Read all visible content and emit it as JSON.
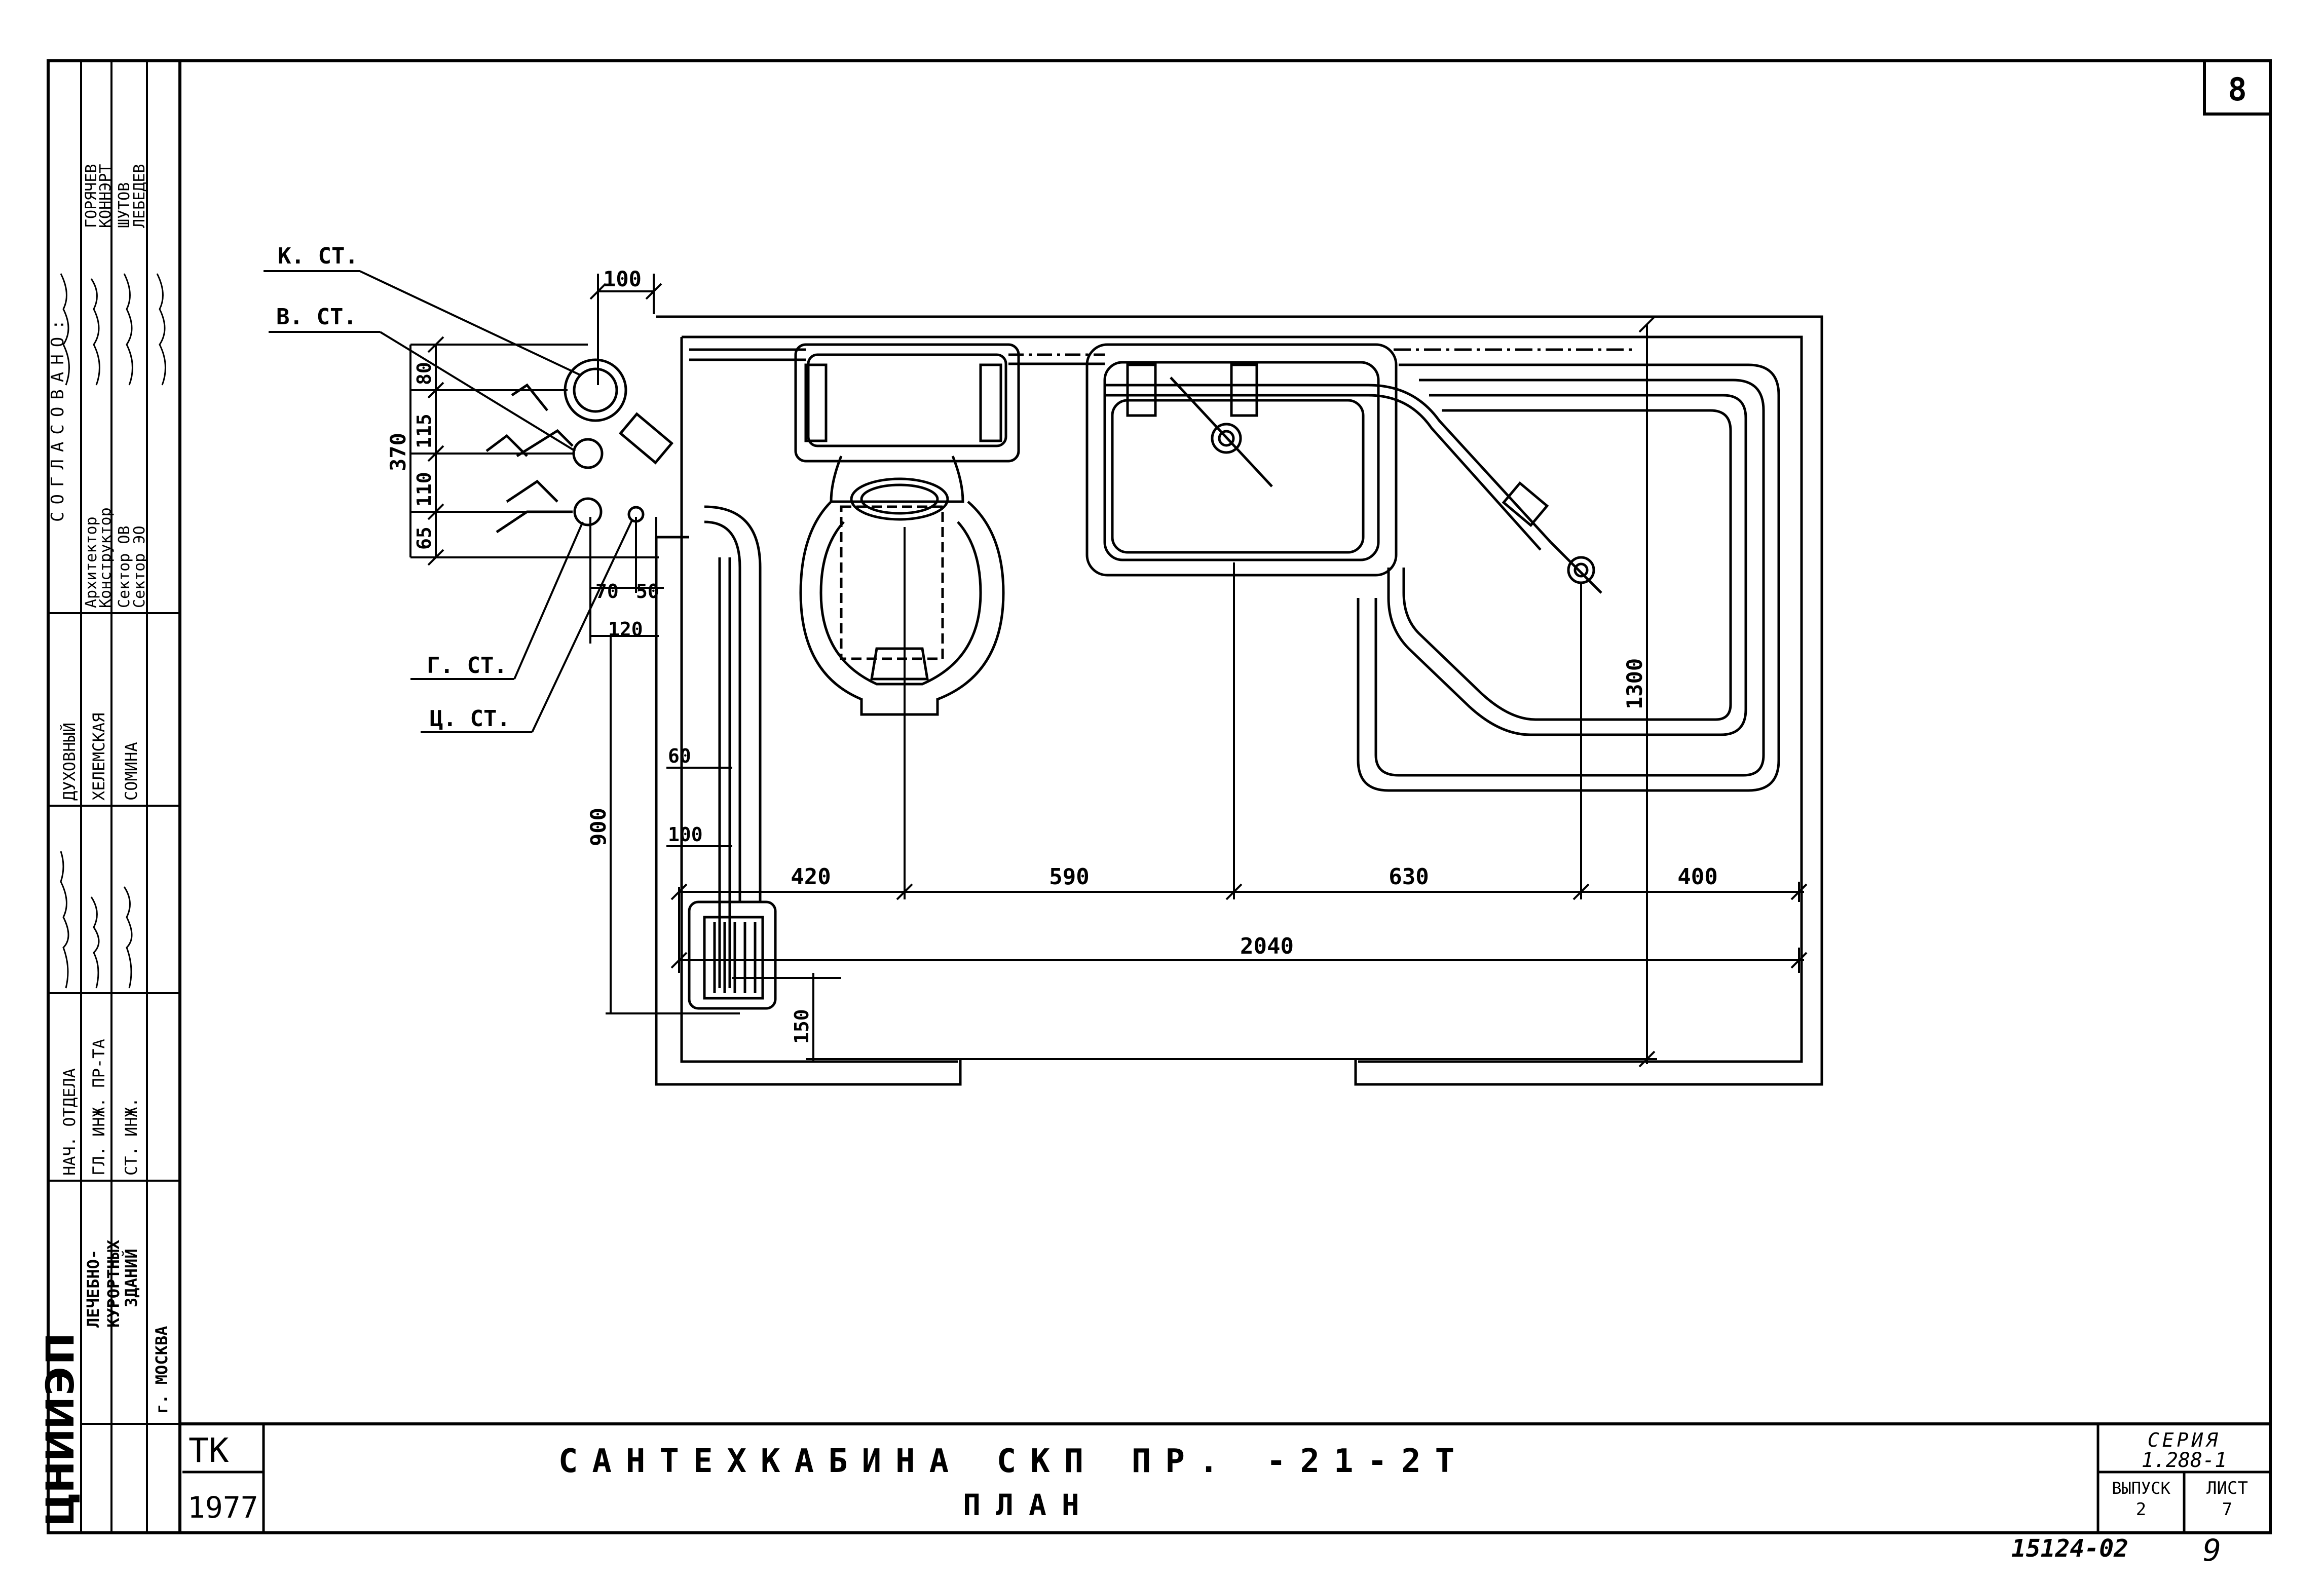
{
  "sheet_number": "8",
  "page_number": "9",
  "archive_number": "15124-02",
  "stamp": {
    "year": "1977",
    "code": "ТК",
    "org_short": "ЦНИИЭП",
    "org_lines": [
      "ЛЕЧЕБНО-",
      "КУРОРТНЫХ",
      "ЗДАНИЙ"
    ],
    "city": "г. МОСКВА",
    "agreed_header": "СОГЛАСОВАНО:",
    "agreed_roles": [
      "Архитектор",
      "Конструктор",
      "Сектор ОВ",
      "Сектор ЭО"
    ],
    "agreed_names": [
      "ГОРЯЧЕВ",
      "КОННЭРТ",
      "ШУТОВ",
      "ЛЕБЕДЕВ"
    ],
    "roles": [
      "НАЧ. ОТДЕЛА",
      "ГЛ. ИНЖ. ПР-ТА",
      "СТ. ИНЖ."
    ],
    "names": [
      "ДУХОВНЫЙ",
      "ХЕЛЕМСКАЯ",
      "СОМИНА"
    ]
  },
  "title": {
    "line1": "САНТЕХКАБИНА  СКП ПР. -21-2Т",
    "line2": "ПЛАН"
  },
  "series_box": {
    "series_label": "СЕРИЯ",
    "series_value": "1.288-1",
    "issue_label": "ВЫПУСК",
    "issue_value": "2",
    "sheet_label": "ЛИСТ",
    "sheet_value": "7"
  },
  "callouts": {
    "k_st": "К. СТ.",
    "v_st": "В. СТ.",
    "g_st": "Г. СТ.",
    "ts_st": "Ц. СТ."
  },
  "dimensions": {
    "top_100": "100",
    "riser_80": "80",
    "riser_115": "115",
    "riser_110": "110",
    "riser_65": "65",
    "riser_total": "370",
    "small_70": "70",
    "small_50": "50",
    "small_120": "120",
    "left_60": "60",
    "left_100": "100",
    "left_900": "900",
    "bottom_150": "150",
    "span_420": "420",
    "span_590": "590",
    "span_630": "630",
    "span_400": "400",
    "total_2040": "2040",
    "tub_1300": "1300"
  }
}
